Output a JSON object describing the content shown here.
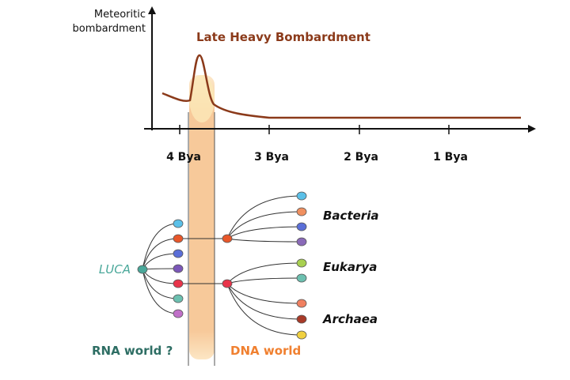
{
  "y_axis_label_line1": "Meteoritic",
  "y_axis_label_line2": "bombardment",
  "title": "Late Heavy Bombardment",
  "time_ticks": [
    "4 Bya",
    "3 Bya",
    "2 Bya",
    "1 Bya"
  ],
  "luca_label": "LUCA",
  "bacteria_label": "Bacteria",
  "eukarya_label": "Eukarya",
  "archaea_label": "Archaea",
  "rna_world_label": "RNA world ?",
  "dna_world_label": "DNA world",
  "colors": {
    "bombardment_curve": "#8B3A1A",
    "title": "#8B3A1A",
    "band": "#F7C99A",
    "luca": "#4AA89A",
    "rna_world": "#2E6E64",
    "dna_world": "#F08030"
  },
  "luca_node_colors": [
    "#5BC0E8",
    "#E8572A",
    "#5B6FD8",
    "#7B57B8",
    "#E8344A",
    "#6CC0B0",
    "#C070C8"
  ],
  "bacteria_node_colors": [
    "#5BC0E8",
    "#F09060",
    "#5B6FD8",
    "#8A6AB8"
  ],
  "eukarya_node_colors": [
    "#A8D050",
    "#6CC0B0"
  ],
  "archaea_node_colors": [
    "#F08060",
    "#A83A28",
    "#F0D040"
  ]
}
